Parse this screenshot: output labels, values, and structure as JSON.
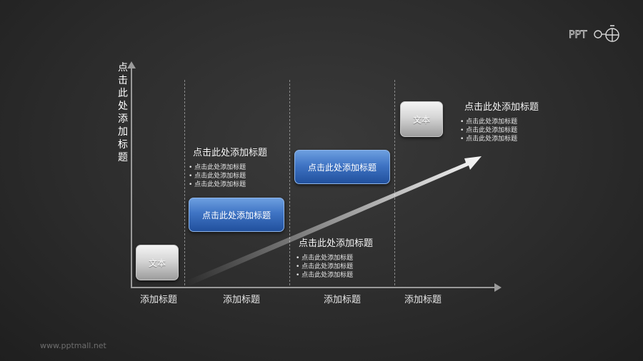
{
  "logo": {
    "text": "PPT",
    "icon": "stopwatch-icon"
  },
  "y_axis": {
    "label": "点击此处添加标题"
  },
  "x_axis": {
    "labels": [
      "添加标题",
      "添加标题",
      "添加标题",
      "添加标题"
    ]
  },
  "boxes": {
    "grey_left": "文本",
    "grey_right": "文本",
    "blue_left": "点击此处添加标题",
    "blue_right": "点击此处添加标题"
  },
  "blocks": [
    {
      "title": "点击此处添加标题",
      "bullets": [
        "点击此处添加标题",
        "点击此处添加标题",
        "点击此处添加标题"
      ]
    },
    {
      "title": "点击此处添加标题",
      "bullets": [
        "点击此处添加标题",
        "点击此处添加标题",
        "点击此处添加标题"
      ]
    },
    {
      "title": "点击此处添加标题",
      "bullets": [
        "点击此处添加标题",
        "点击此处添加标题",
        "点击此处添加标题"
      ]
    }
  ],
  "footer": {
    "website": "www.pptmall.net"
  },
  "colors": {
    "background": "#2c2c2c",
    "blue": "#3f74c4",
    "axis": "#9a9a9a"
  }
}
